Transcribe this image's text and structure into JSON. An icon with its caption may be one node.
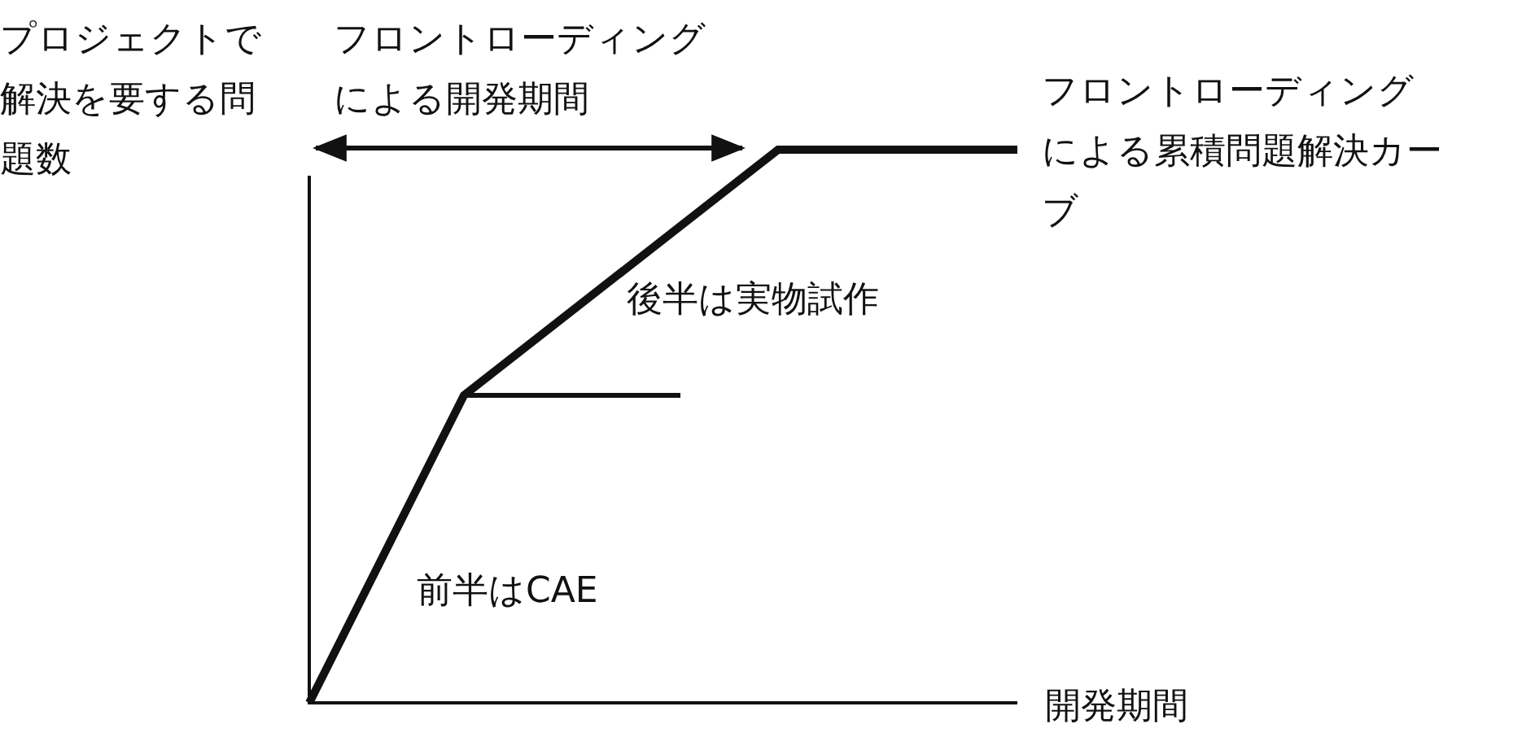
{
  "diagram": {
    "labels": [
      "プロジェクトで解決を要する問題数",
      "フロントローディングによる開発期間",
      "フロントローディングによる累積問題解決カーブ",
      "後半は実物試作",
      "前半はCAE",
      "開発期間"
    ]
  }
}
